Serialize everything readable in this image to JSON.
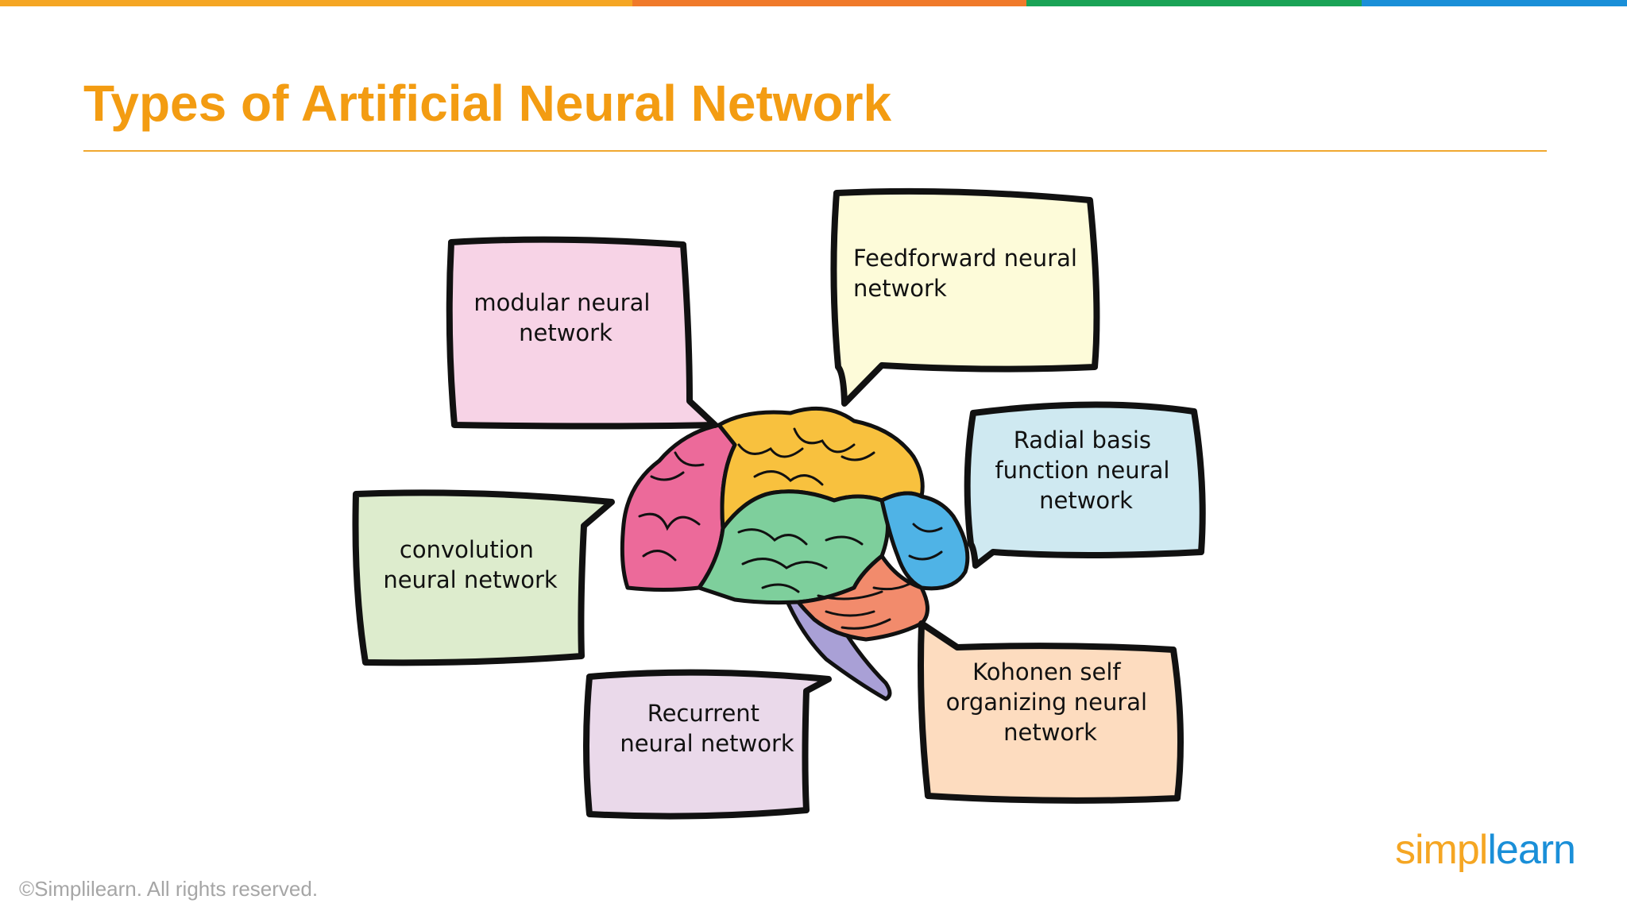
{
  "slide": {
    "title": "Types of Artificial Neural Network",
    "footer": "©Simplilearn. All rights reserved.",
    "logo": {
      "part1": "simpl",
      "part2": "learn"
    }
  },
  "colors": {
    "title": "#f39c12",
    "rule": "#f0a830",
    "topbar": [
      "#f5a623",
      "#f07a2a",
      "#1aa356",
      "#1a8fd8"
    ],
    "logo_left": "#f5a623",
    "logo_right": "#1a8fd8",
    "brain": {
      "frontal_pink": "#ec6a9a",
      "parietal_yellow": "#f8c13e",
      "temporal_green": "#7ecf9c",
      "occipital_blue": "#4fb3e6",
      "cerebellum_orange": "#f28b6c",
      "brainstem_purple": "#a9a0d6"
    }
  },
  "bubbles": [
    {
      "name": "modular",
      "lines": [
        "modular neural",
        "network"
      ],
      "fill": "#f7d3e6"
    },
    {
      "name": "feedforward",
      "lines": [
        "Feedforward neural",
        "network"
      ],
      "fill": "#fdfbd9"
    },
    {
      "name": "radial-basis",
      "lines": [
        "Radial basis",
        "function neural",
        "network"
      ],
      "fill": "#cfe9f1"
    },
    {
      "name": "convolution",
      "lines": [
        "convolution",
        "neural network"
      ],
      "fill": "#ddeccd"
    },
    {
      "name": "recurrent",
      "lines": [
        "Recurrent",
        "neural network"
      ],
      "fill": "#ead9ea"
    },
    {
      "name": "kohonen",
      "lines": [
        "Kohonen self",
        "organizing neural",
        "network"
      ],
      "fill": "#fddcbf"
    }
  ]
}
